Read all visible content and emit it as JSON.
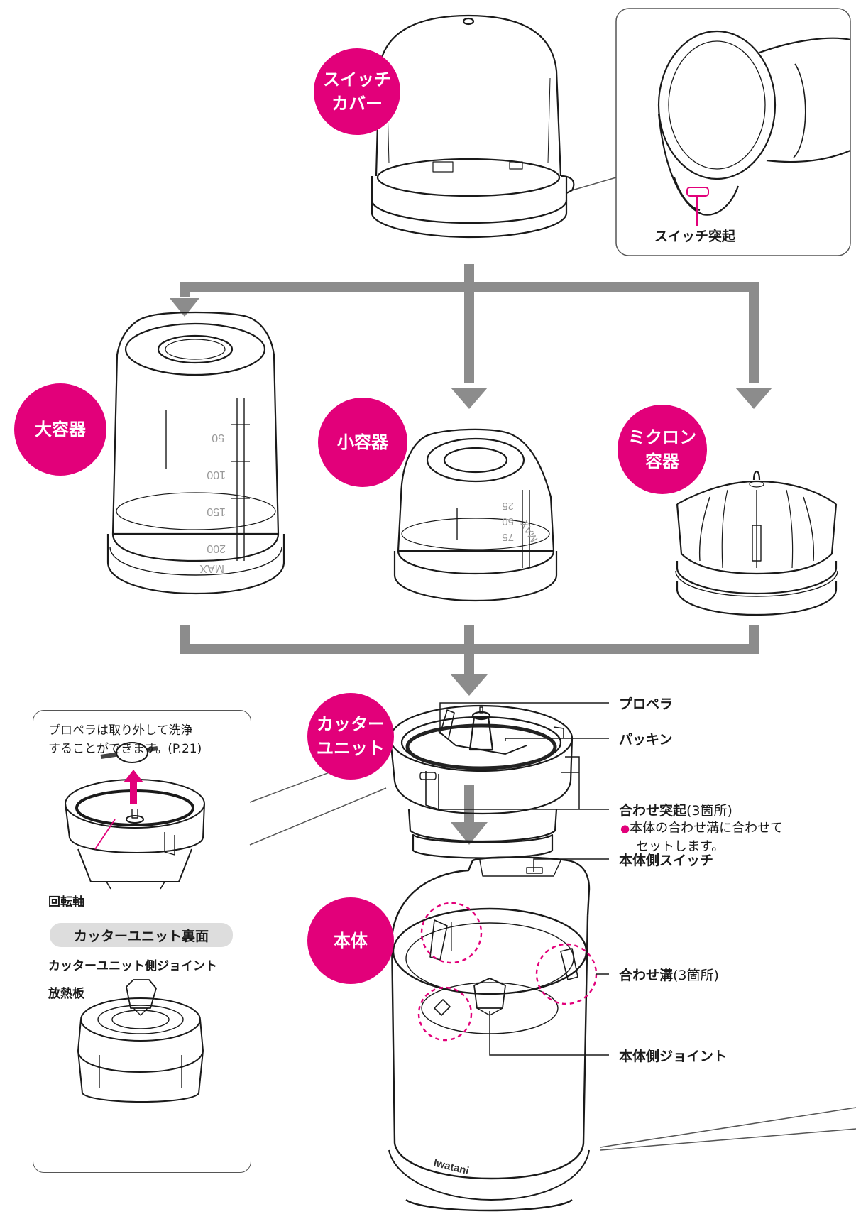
{
  "parts": {
    "switch_cover": {
      "line1": "スイッチ",
      "line2": "カバー"
    },
    "large_container": "大容器",
    "small_container": "小容器",
    "micron_container": {
      "line1": "ミクロン",
      "line2": "容器"
    },
    "cutter_unit": {
      "line1": "カッター",
      "line2": "ユニット"
    },
    "main_body": "本体"
  },
  "callouts": {
    "switch_protrusion": "スイッチ突起",
    "propeller": "プロペラ",
    "packing": "パッキン",
    "alignment_protrusion": "合わせ突起",
    "alignment_protrusion_note": "(3箇所)",
    "alignment_bullet": "●",
    "alignment_note_line1": "本体の合わせ溝に合わせて",
    "alignment_note_line2": "セットします。",
    "body_switch": "本体側スイッチ",
    "alignment_groove": "合わせ溝",
    "alignment_groove_note": "(3箇所)",
    "body_joint": "本体側ジョイント"
  },
  "detail_box": {
    "note_line1": "プロペラは取り外して洗浄",
    "note_line2": "することができます。(P.21)",
    "rotating_shaft": "回転軸",
    "underside_title": "カッターユニット裏面",
    "cutter_joint": "カッターユニット側ジョイント",
    "heat_sink": "放熱板"
  },
  "markings": {
    "large_scale": [
      "50",
      "100",
      "150",
      "200",
      "MAX"
    ],
    "small_scale": [
      "25",
      "50",
      "75",
      "MAX"
    ],
    "brand": "Iwatani"
  },
  "colors": {
    "accent": "#e2007a",
    "arrow": "#8c8c8c",
    "line": "#1a1a1a"
  }
}
